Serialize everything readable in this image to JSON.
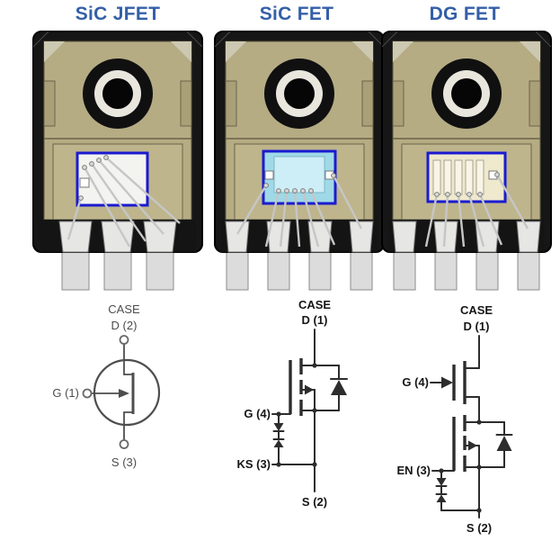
{
  "columns": [
    {
      "title": "SiC JFET",
      "labels": {
        "case": "CASE",
        "drain": "D (2)",
        "gate": "G (1)",
        "source": "S (3)"
      }
    },
    {
      "title": "SiC FET",
      "labels": {
        "case": "CASE",
        "drain": "D (1)",
        "gate": "G (4)",
        "kelvin": "KS (3)",
        "source": "S (2)"
      }
    },
    {
      "title": "DG FET",
      "labels": {
        "case": "CASE",
        "drain": "D (1)",
        "gate": "G (4)",
        "enable": "EN (3)",
        "source": "S (2)"
      }
    }
  ],
  "colors": {
    "title_blue": "#345fa8",
    "die_outline_blue": "#1b1bd0",
    "mold_tan": "#b5ac84",
    "die_cyan": "#9fd9e7",
    "die_pale": "#efe9cd"
  }
}
